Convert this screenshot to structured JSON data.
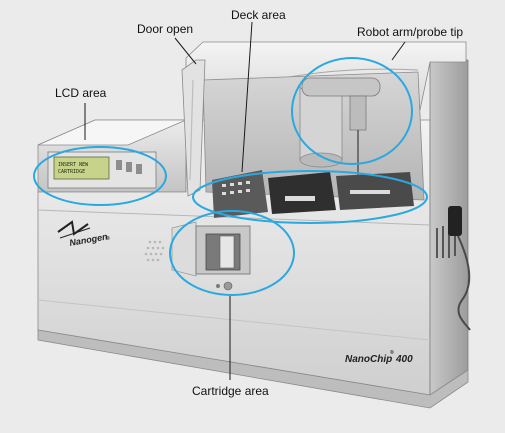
{
  "callouts": {
    "door_open": "Door open",
    "deck_area": "Deck area",
    "robot_arm": "Robot arm/probe tip",
    "lcd_area": "LCD area",
    "cartridge_area": "Cartridge area"
  },
  "instrument": {
    "lcd_line1": "INSERT NEW",
    "lcd_line2": "CARTRIDGE",
    "brand": "Nanogen",
    "brand_mark": "®",
    "model": "NanoChip",
    "model_mark": "®",
    "model_number": "400"
  },
  "colors": {
    "background": "#ebebeb",
    "callout_ring": "#2aa8e0",
    "leader_line": "#1a1a1a",
    "case": "#d8d8d8",
    "lcd": "#c7d38a"
  }
}
